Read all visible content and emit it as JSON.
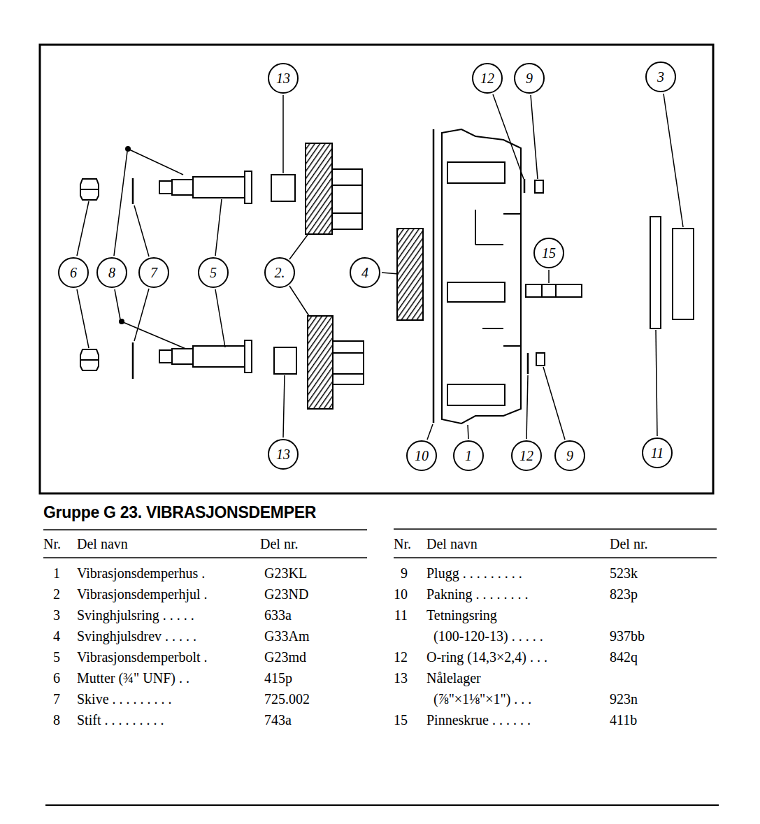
{
  "diagram": {
    "title": "Gruppe G 23. VIBRASJONSDEMPER",
    "nodes": [
      {
        "text": [
          "13"
        ]
      },
      {
        "text": [
          "12"
        ]
      },
      {
        "text": [
          "9"
        ]
      },
      {
        "text": [
          "3"
        ]
      },
      {
        "text": [
          "15"
        ]
      },
      {
        "text": [
          "6"
        ]
      },
      {
        "text": [
          "8"
        ]
      },
      {
        "text": [
          "7"
        ]
      },
      {
        "text": [
          "5"
        ]
      },
      {
        "text": [
          "2."
        ]
      },
      {
        "text": [
          "4"
        ]
      },
      {
        "text": [
          "13"
        ]
      },
      {
        "text": [
          "10"
        ]
      },
      {
        "text": [
          "1"
        ]
      },
      {
        "text": [
          "12"
        ]
      },
      {
        "text": [
          "9"
        ]
      },
      {
        "text": [
          "11"
        ]
      }
    ],
    "labels": [
      "Nr.",
      "Del navn",
      "Del nr.",
      "Nr.",
      "Del navn",
      "Del nr.",
      "1",
      "Vibrasjonsdemperhus .",
      "G23KL",
      "2",
      "Vibrasjonsdemperhjul .",
      "G23ND",
      "3",
      "Svinghjulsring . . . . .",
      "633a",
      "4",
      "Svinghjulsdrev . . . . .",
      "G33Am",
      "5",
      "Vibrasjonsdemperbolt .",
      "G23md",
      "6",
      "Mutter (¾\" UNF) . .",
      "415p",
      "7",
      "Skive . . . . . . . . .",
      "725.002",
      "8",
      "Stift . . . . . . . . .",
      "743a",
      "9",
      "Plugg . . . . . . . . .",
      "523k",
      "10",
      "Pakning . . . . . . . .",
      "823p",
      "11",
      "Tetningsring",
      "(100-120-13) . . . . .",
      "937bb",
      "12",
      "O-ring (14,3×2,4) . . .",
      "842q",
      "13",
      "Nålelager",
      "(⅞\"×1⅛\"×1\") . . .",
      "923n",
      "15",
      "Pinneskrue . . . . . .",
      "411b"
    ]
  }
}
